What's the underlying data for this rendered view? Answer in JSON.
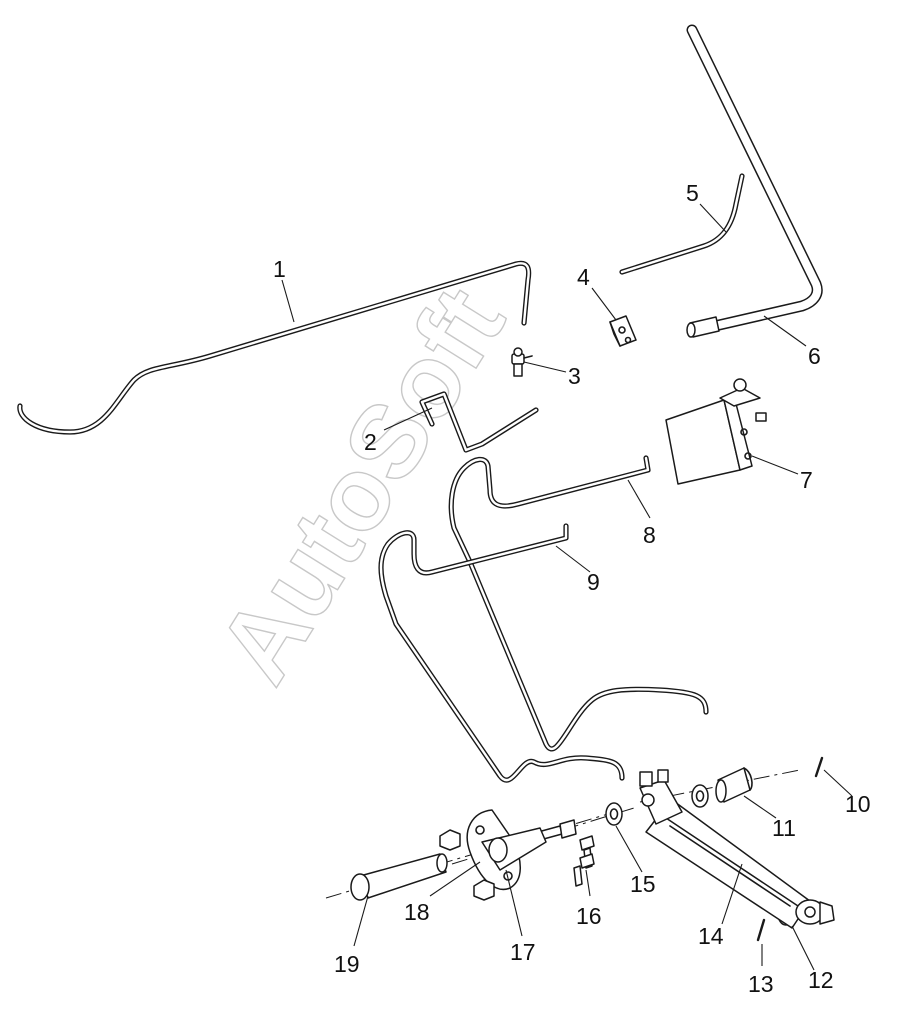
{
  "diagram": {
    "callouts": [
      "1",
      "2",
      "3",
      "4",
      "5",
      "6",
      "7",
      "8",
      "9",
      "10",
      "11",
      "12",
      "13",
      "14",
      "15",
      "16",
      "17",
      "18",
      "19"
    ],
    "watermark": "AutoSoft",
    "line_color": "#1a1a1a",
    "background": "#ffffff"
  }
}
